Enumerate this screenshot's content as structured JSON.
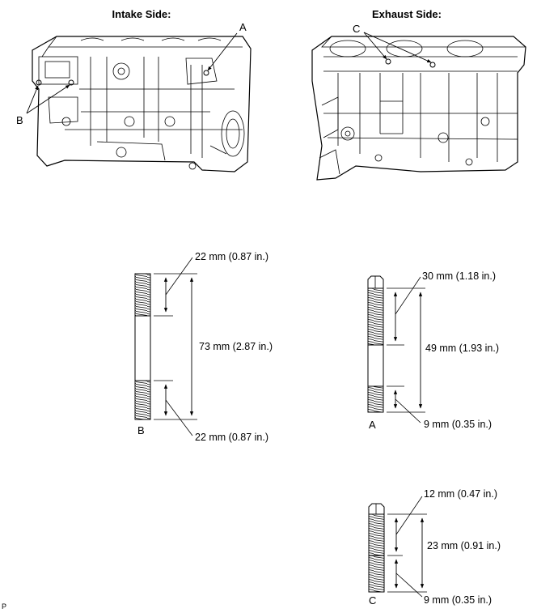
{
  "headers": {
    "intake": "Intake Side:",
    "exhaust": "Exhaust Side:"
  },
  "callouts": {
    "a": "A",
    "b": "B",
    "c": "C"
  },
  "studs": {
    "b": {
      "label": "B",
      "top": "22 mm (0.87 in.)",
      "total": "73 mm (2.87 in.)",
      "bottom": "22 mm (0.87 in.)"
    },
    "a": {
      "label": "A",
      "top": "30 mm (1.18 in.)",
      "total": "49 mm (1.93 in.)",
      "bottom": "9 mm (0.35 in.)"
    },
    "c": {
      "label": "C",
      "top": "12 mm (0.47 in.)",
      "total": "23 mm (0.91 in.)",
      "bottom": "9 mm (0.35 in.)"
    }
  },
  "corner_mark": "P"
}
